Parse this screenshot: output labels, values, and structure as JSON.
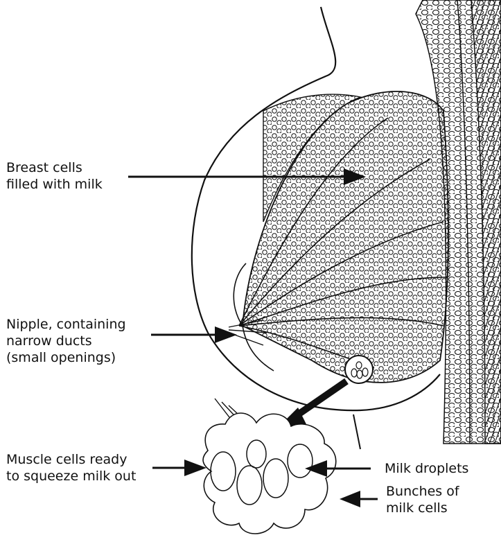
{
  "labels": {
    "breast_cells": [
      "Breast cells",
      "filled with milk"
    ],
    "nipple": [
      "Nipple, containing",
      "narrow ducts",
      "(small openings)"
    ],
    "muscle_cells": [
      "Muscle cells ready",
      "to squeeze milk out"
    ],
    "milk_droplets": [
      "Milk droplets"
    ],
    "bunches": [
      "Bunches of",
      "milk cells"
    ]
  },
  "colors": {
    "line": "#111111",
    "background": "#ffffff"
  }
}
